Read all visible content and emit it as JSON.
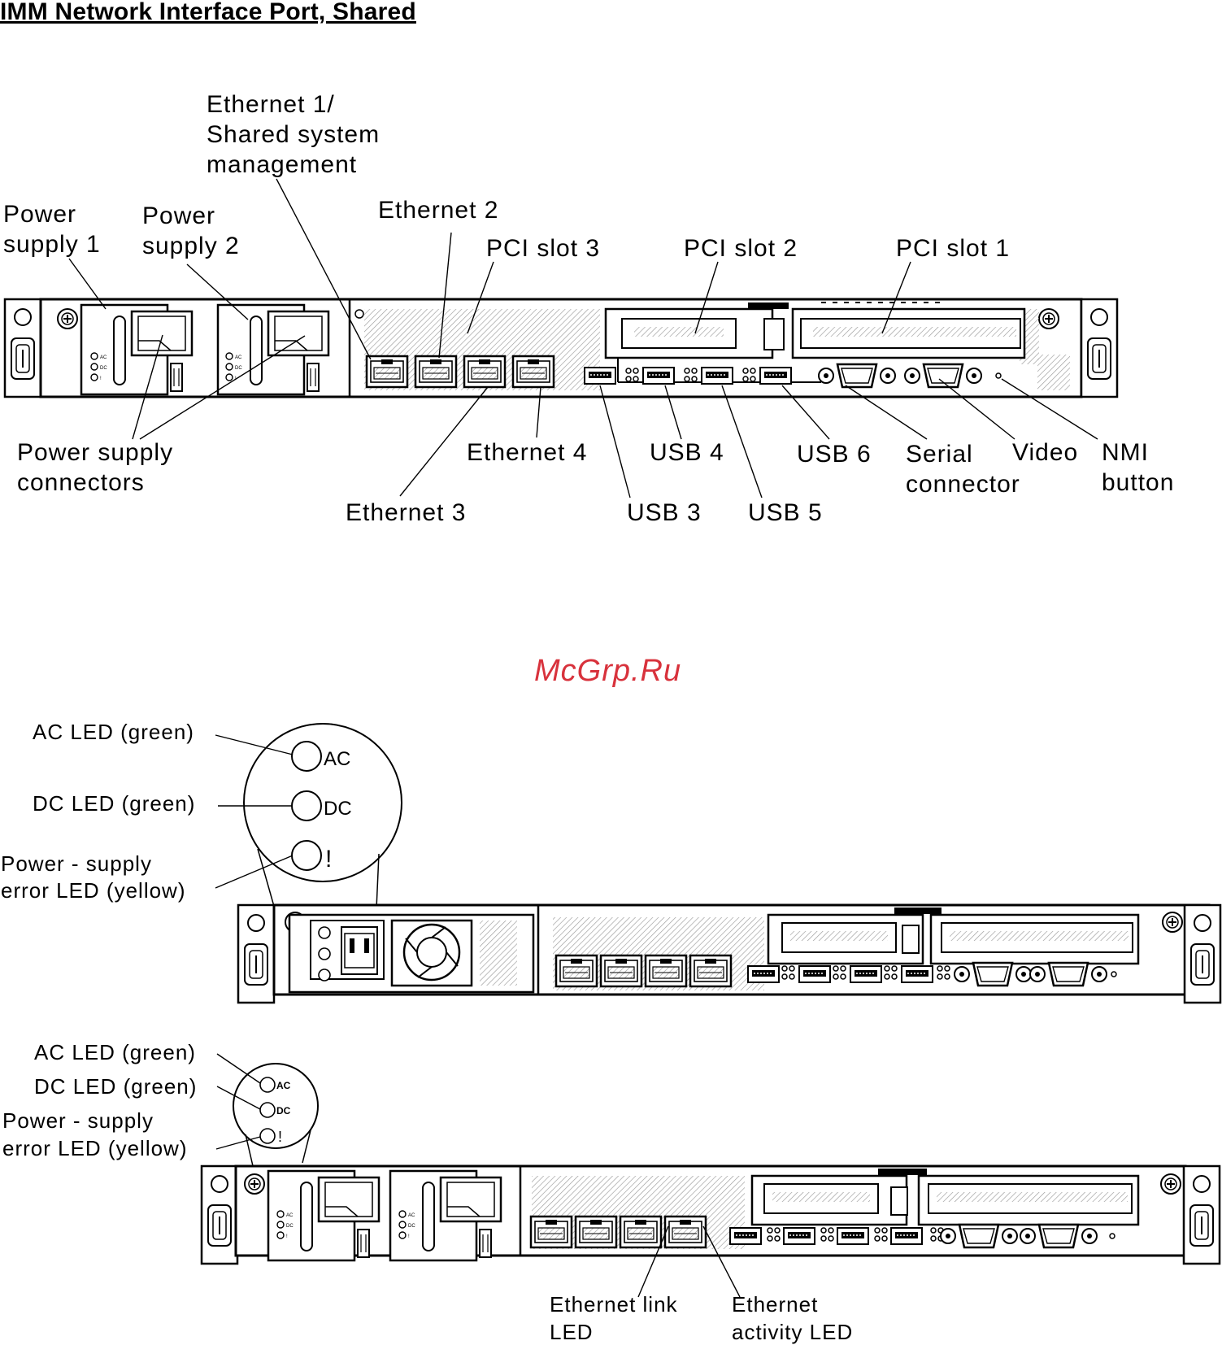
{
  "title": "IMM Network Interface Port, Shared",
  "watermark": "McGrp.Ru",
  "figure1": {
    "labels": {
      "eth1_line1": "Ethernet 1/",
      "eth1_line2": "Shared system",
      "eth1_line3": "management",
      "ps1_line1": "Power",
      "ps1_line2": "supply 1",
      "ps2_line1": "Power",
      "ps2_line2": "supply 2",
      "eth2": "Ethernet  2",
      "pci3": "PCI  slot  3",
      "pci2": "PCI  slot  2",
      "pci1": "PCI  slot  1",
      "psc_line1": "Power supply",
      "psc_line2": "connectors",
      "eth4": "Ethernet  4",
      "eth3": "Ethernet  3",
      "usb4": "USB  4",
      "usb3": "USB  3",
      "usb5": "USB  5",
      "usb6": "USB  6",
      "serial_line1": "Serial",
      "serial_line2": "connector",
      "video": "Video",
      "nmi_line1": "NMI",
      "nmi_line2": "button"
    },
    "psu_led_marks": [
      "AC",
      "DC",
      "!"
    ]
  },
  "figure2": {
    "labels": {
      "ac_led": "AC  LED (green)",
      "dc_led": "DC  LED (green)",
      "err_line1": "Power - supply",
      "err_line2": "error  LED  (yellow)"
    },
    "magnifier_marks": [
      "AC",
      "DC",
      "!"
    ]
  },
  "figure3": {
    "labels": {
      "ac_led": "AC  LED (green)",
      "dc_led": "DC  LED (green)",
      "err_line1": "Power - supply",
      "err_line2": "error  LED  (yellow)",
      "link_line1": "Ethernet  link",
      "link_line2": "LED",
      "act_line1": "Ethernet",
      "act_line2": "activity  LED"
    },
    "magnifier_marks": [
      "AC",
      "DC",
      "!"
    ]
  },
  "colors": {
    "ink": "#000000",
    "watermark": "#d8323c",
    "hatch": "#9a9a9a"
  }
}
